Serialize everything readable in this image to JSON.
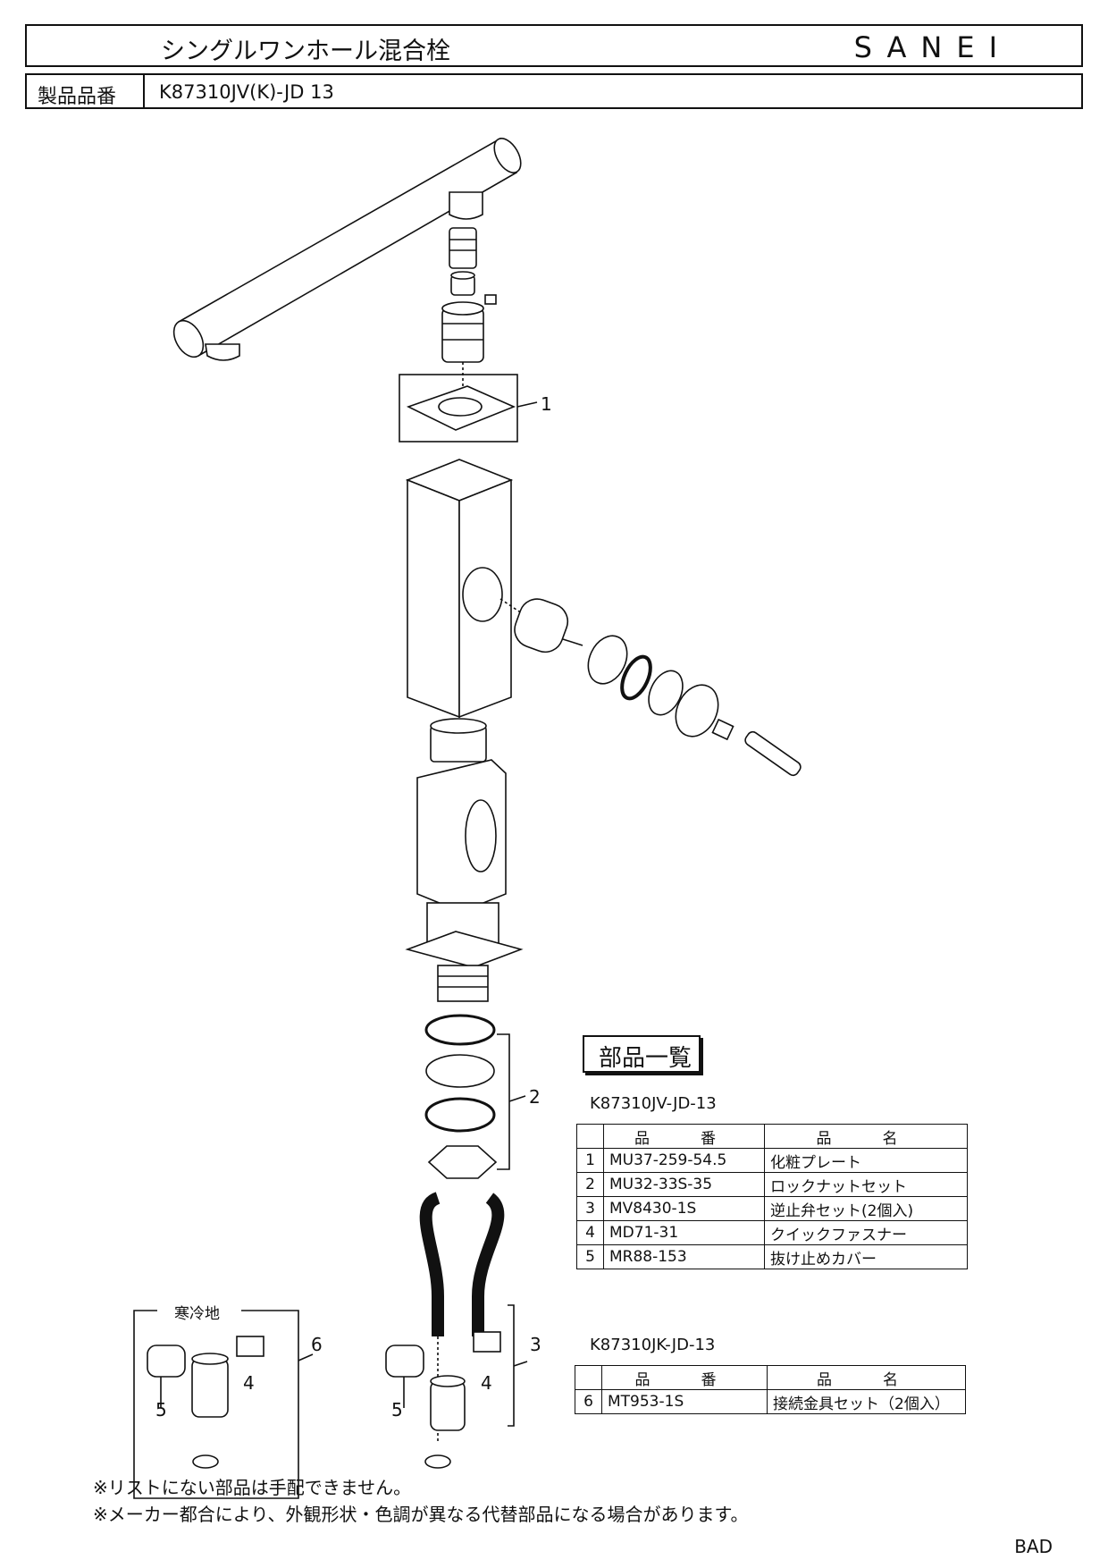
{
  "header": {
    "title": "シングルワンホール混合栓",
    "brand": "SANEI",
    "part_number_label": "製品品番",
    "part_number": "K87310JV(K)-JD  13"
  },
  "diagram": {
    "callouts": [
      "1",
      "2",
      "3",
      "4",
      "5",
      "6",
      "4",
      "5"
    ],
    "cold_region_label": "寒冷地"
  },
  "parts_list": {
    "heading": "部品一覧",
    "table1": {
      "model": "K87310JV-JD-13",
      "headers": [
        "",
        "品　番",
        "品　名"
      ],
      "rows": [
        {
          "no": "1",
          "code": "MU37-259-54.5",
          "name": "化粧プレート"
        },
        {
          "no": "2",
          "code": "MU32-33S-35",
          "name": "ロックナットセット"
        },
        {
          "no": "3",
          "code": "MV8430-1S",
          "name": "逆止弁セット(2個入)"
        },
        {
          "no": "4",
          "code": "MD71-31",
          "name": "クイックファスナー"
        },
        {
          "no": "5",
          "code": "MR88-153",
          "name": "抜け止めカバー"
        }
      ]
    },
    "table2": {
      "model": "K87310JK-JD-13",
      "headers": [
        "",
        "品　番",
        "品　名"
      ],
      "rows": [
        {
          "no": "6",
          "code": "MT953-1S",
          "name": "接続金具セット（2個入）"
        }
      ]
    }
  },
  "notes": [
    "※リストにない部品は手配できません。",
    "※メーカー都合により、外観形状・色調が異なる代替部品になる場合があります。"
  ],
  "doc_code": "BAD"
}
